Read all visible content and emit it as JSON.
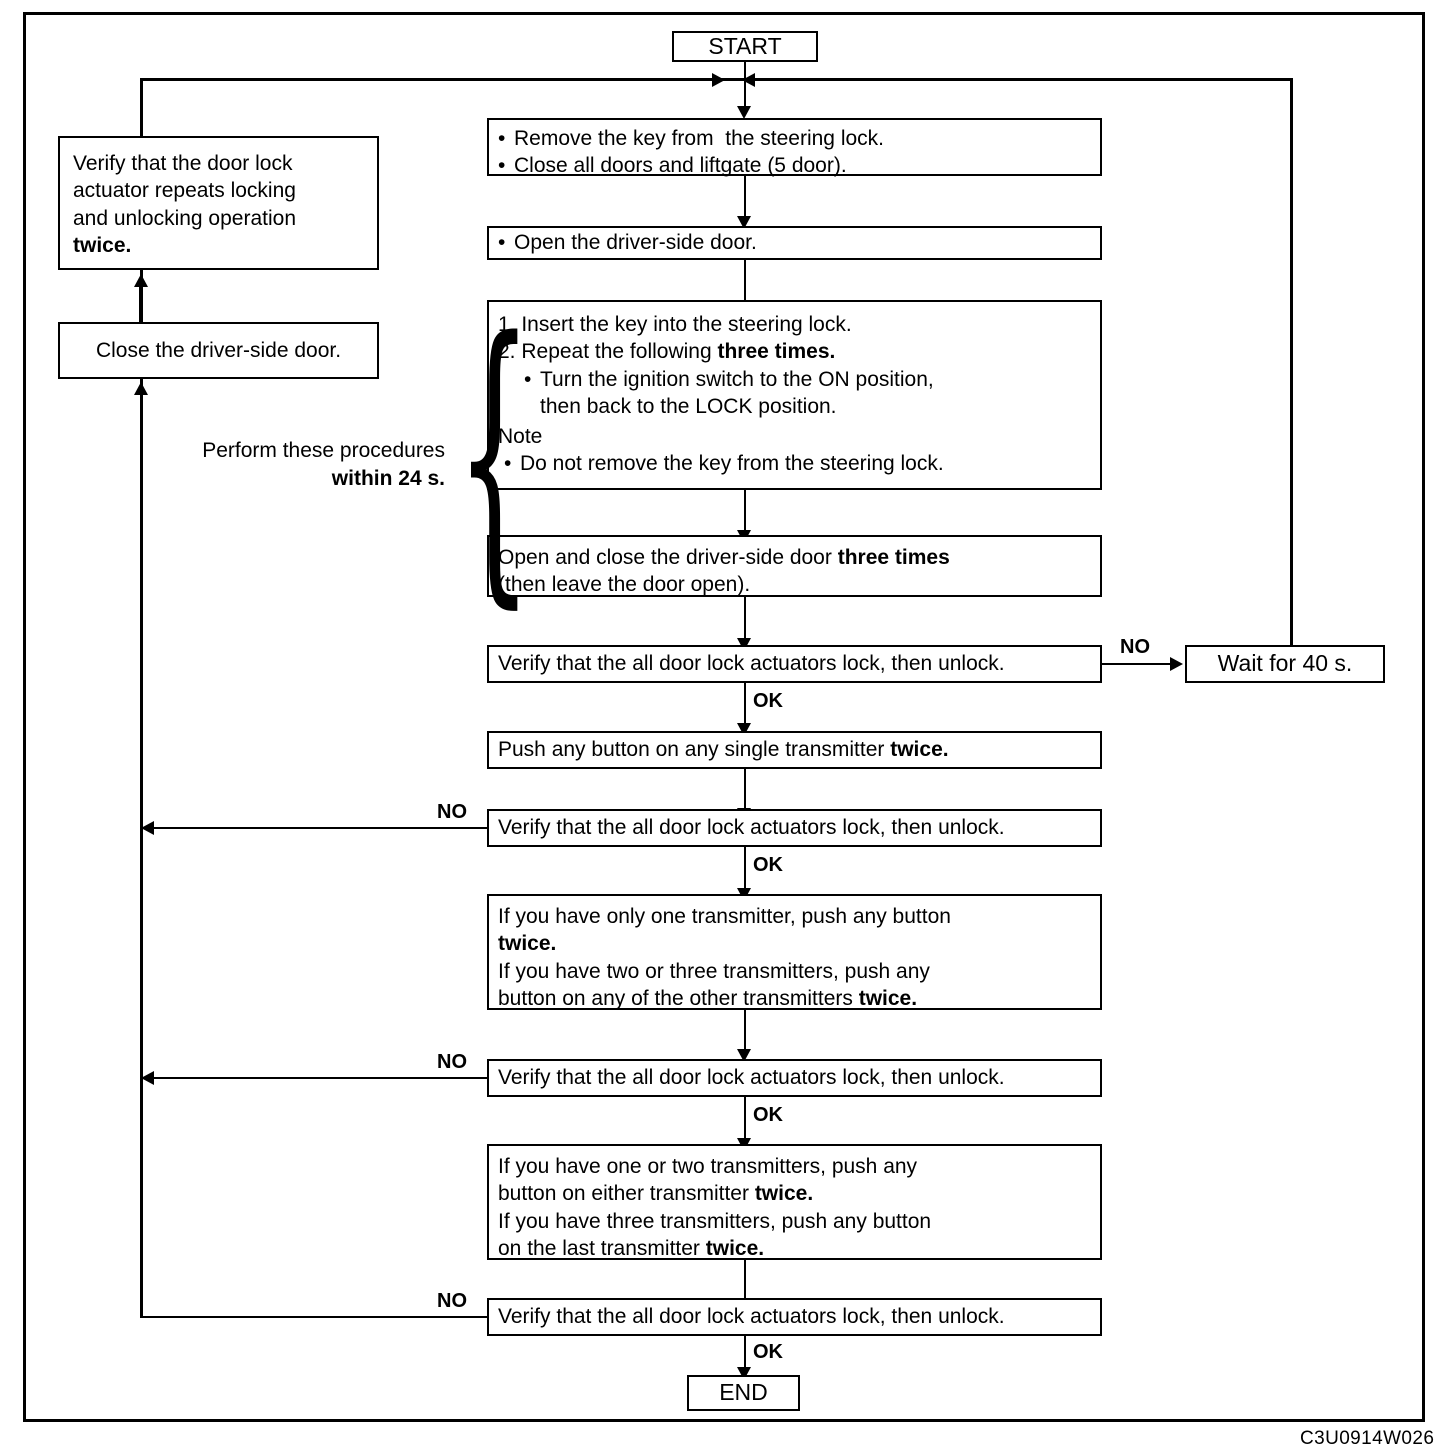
{
  "diagram": {
    "reference_code": "C3U0914W026",
    "start_label": "START",
    "end_label": "END",
    "accent_color": "#000000",
    "background_color": "#ffffff"
  },
  "nodes": {
    "start": {
      "label": "START"
    },
    "end": {
      "label": "END"
    },
    "step_prepare": {
      "line1": "Remove the key from  the steering lock.",
      "line2": "Close all doors and liftgate (5 door)."
    },
    "step_open_door": {
      "line1": "Open the driver-side door."
    },
    "step_key_ignition": {
      "line1": "1. Insert the key into the steering lock.",
      "line2_a": "2. Repeat the following ",
      "line2_b": "three times.",
      "line3": "Turn the ignition switch to the ON position,",
      "line4": "then back to the LOCK position.",
      "note_heading": "Note",
      "note_line": "Do not remove the key from the steering lock."
    },
    "step_open_close_door": {
      "line1_a": "Open and close the driver-side door ",
      "line1_b": "three times",
      "line2": "(then leave the door open)."
    },
    "verify_1": {
      "label": "Verify that the all door lock actuators lock, then unlock."
    },
    "wait_40s": {
      "label": "Wait for 40 s."
    },
    "push_single": {
      "text_a": "Push any button on any single transmitter ",
      "text_b": "twice."
    },
    "verify_2": {
      "label": "Verify that the all door lock actuators lock, then unlock."
    },
    "push_other": {
      "line1": "If you have only one transmitter, push any button",
      "line2": "twice.",
      "line3": "If you have two or three transmitters, push any",
      "line4_a": "button on any of the other transmitters ",
      "line4_b": "twice."
    },
    "verify_3": {
      "label": "Verify that the all door lock actuators lock, then unlock."
    },
    "push_last": {
      "line1": "If you have one or two transmitters, push any",
      "line2_a": "button on either transmitter ",
      "line2_b": "twice.",
      "line3": "If you have three transmitters, push any button",
      "line4_a": "on the last transmitter ",
      "line4_b": "twice."
    },
    "verify_4": {
      "label": "Verify that the all door lock actuators lock, then unlock."
    },
    "verify_actuator_twice": {
      "line1": "Verify that the door lock",
      "line2": "actuator repeats locking",
      "line3": "and unlocking operation",
      "line4": "twice."
    },
    "close_door": {
      "label": "Close the driver-side door."
    }
  },
  "annotations": {
    "within_24s": {
      "line1": "Perform these procedures",
      "line2": "within 24 s."
    },
    "brace_glyph": "{"
  },
  "edge_labels": {
    "no_1": "NO",
    "ok_1": "OK",
    "no_2": "NO",
    "ok_2": "OK",
    "no_3": "NO",
    "ok_3": "OK",
    "no_4": "NO",
    "ok_4": "OK"
  }
}
